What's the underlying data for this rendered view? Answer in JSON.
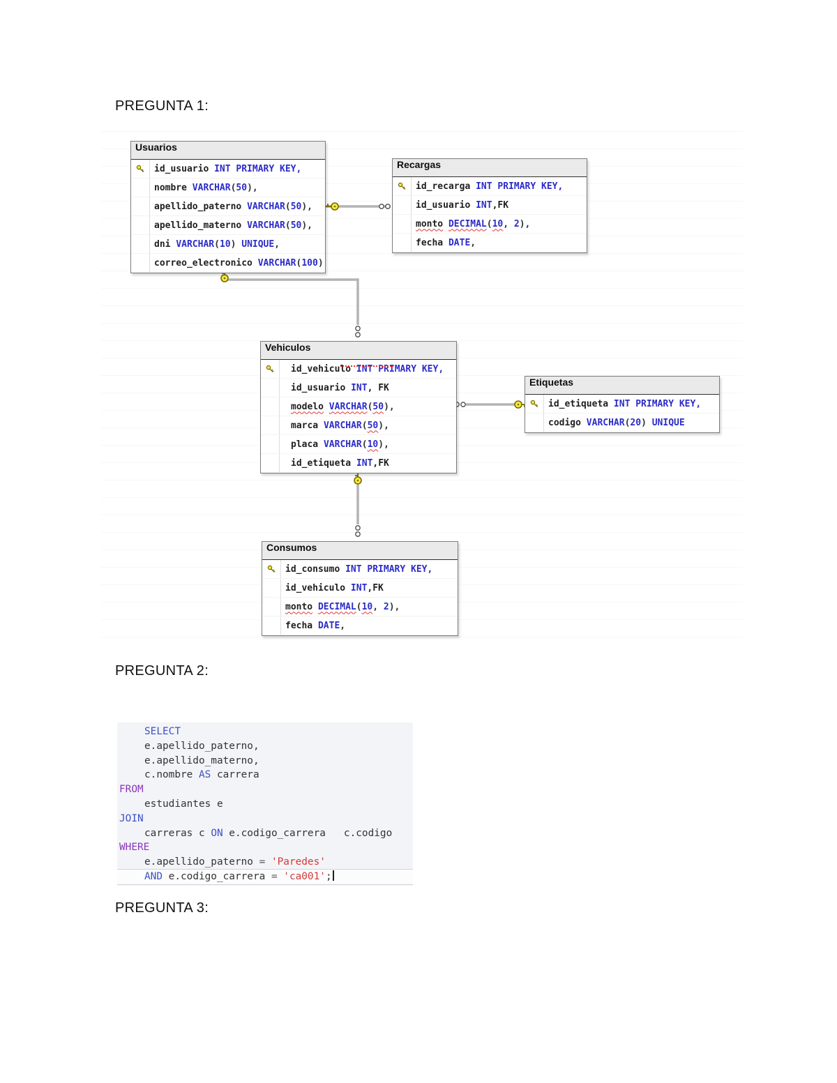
{
  "headings": {
    "q1": "PREGUNTA 1:",
    "q2": "PREGUNTA 2:",
    "q3": "PREGUNTA 3:"
  },
  "colors": {
    "keyword_blue": "#2c2cc8",
    "code_keyword_blue": "#3b52c4",
    "code_keyword_purple": "#8a36bd",
    "string_red": "#d03a3a",
    "squiggle_red": "#e03434",
    "key_icon_yellow": "#f8e83e",
    "table_header_bg": "#eaeaea",
    "code_bg": "#f3f4f7"
  },
  "diagram": {
    "tables": [
      {
        "id": "usuarios",
        "title": "Usuarios",
        "rows": [
          {
            "key": true,
            "segments": [
              [
                "id_usuario ",
                "i"
              ],
              [
                "INT PRIMARY KEY,",
                "k"
              ]
            ]
          },
          {
            "key": false,
            "segments": [
              [
                "nombre ",
                "i"
              ],
              [
                "VARCHAR",
                "k"
              ],
              [
                "(",
                "p"
              ],
              [
                "50",
                "k"
              ],
              [
                "),",
                "p"
              ]
            ]
          },
          {
            "key": false,
            "segments": [
              [
                "apellido_paterno ",
                "i"
              ],
              [
                "VARCHAR",
                "k"
              ],
              [
                "(",
                "p"
              ],
              [
                "50",
                "k"
              ],
              [
                "),",
                "p"
              ]
            ]
          },
          {
            "key": false,
            "segments": [
              [
                "apellido_materno ",
                "i"
              ],
              [
                "VARCHAR",
                "k"
              ],
              [
                "(",
                "p"
              ],
              [
                "50",
                "k"
              ],
              [
                "),",
                "p"
              ]
            ]
          },
          {
            "key": false,
            "segments": [
              [
                "dni ",
                "i"
              ],
              [
                "VARCHAR",
                "k"
              ],
              [
                "(",
                "p"
              ],
              [
                "10",
                "k"
              ],
              [
                ") ",
                "p"
              ],
              [
                "UNIQUE",
                "k"
              ],
              [
                ",",
                "p"
              ]
            ]
          },
          {
            "key": false,
            "segments": [
              [
                "correo_electronico ",
                "i"
              ],
              [
                "VARCHAR",
                "k"
              ],
              [
                "(",
                "p"
              ],
              [
                "100",
                "k"
              ],
              [
                ")",
                "p"
              ]
            ]
          }
        ]
      },
      {
        "id": "recargas",
        "title": "Recargas",
        "rows": [
          {
            "key": true,
            "segments": [
              [
                "id_recarga ",
                "i"
              ],
              [
                "INT PRIMARY KEY,",
                "k"
              ]
            ]
          },
          {
            "key": false,
            "segments": [
              [
                "id_usuario ",
                "i"
              ],
              [
                "INT",
                "k"
              ],
              [
                ",FK",
                "i"
              ]
            ]
          },
          {
            "key": false,
            "segments": [
              [
                "monto",
                "i sq"
              ],
              [
                " ",
                "p"
              ],
              [
                "DECIMAL",
                "k sq"
              ],
              [
                "(",
                "p"
              ],
              [
                "10",
                "k sq"
              ],
              [
                ", ",
                "p"
              ],
              [
                "2",
                "k"
              ],
              [
                "),",
                "p"
              ]
            ]
          },
          {
            "key": false,
            "segments": [
              [
                "fecha ",
                "i"
              ],
              [
                "DATE",
                "k"
              ],
              [
                ",",
                "p"
              ]
            ]
          }
        ]
      },
      {
        "id": "vehiculos",
        "title": "Vehiculos",
        "rows": [
          {
            "key": true,
            "segments": [
              [
                "id_vehiculo ",
                "i"
              ],
              [
                "INT PRIMARY KEY,",
                "k"
              ]
            ]
          },
          {
            "key": false,
            "segments": [
              [
                "id_usuario ",
                "i"
              ],
              [
                "INT",
                "k"
              ],
              [
                ", FK",
                "i"
              ]
            ]
          },
          {
            "key": false,
            "segments": [
              [
                "modelo",
                "i sq"
              ],
              [
                " ",
                "p"
              ],
              [
                "VARCHAR",
                "k sq"
              ],
              [
                "(",
                "p"
              ],
              [
                "50",
                "k sq"
              ],
              [
                "),",
                "p"
              ]
            ]
          },
          {
            "key": false,
            "segments": [
              [
                "marca ",
                "i"
              ],
              [
                "VARCHAR",
                "k"
              ],
              [
                "(",
                "p"
              ],
              [
                "50",
                "k sq"
              ],
              [
                "),",
                "p"
              ]
            ]
          },
          {
            "key": false,
            "segments": [
              [
                "placa ",
                "i"
              ],
              [
                "VARCHAR",
                "k"
              ],
              [
                "(",
                "p"
              ],
              [
                "10",
                "k sq"
              ],
              [
                "),",
                "p"
              ]
            ]
          },
          {
            "key": false,
            "segments": [
              [
                "id_etiqueta ",
                "i"
              ],
              [
                "INT",
                "k"
              ],
              [
                ",FK",
                "i"
              ]
            ]
          }
        ]
      },
      {
        "id": "etiquetas",
        "title": "Etiquetas",
        "rows": [
          {
            "key": true,
            "segments": [
              [
                "id_etiqueta ",
                "i"
              ],
              [
                "INT PRIMARY KEY,",
                "k"
              ]
            ]
          },
          {
            "key": false,
            "segments": [
              [
                "codigo ",
                "i"
              ],
              [
                "VARCHAR",
                "k"
              ],
              [
                "(",
                "p"
              ],
              [
                "20",
                "k"
              ],
              [
                ") ",
                "p"
              ],
              [
                "UNIQUE",
                "k"
              ]
            ]
          }
        ]
      },
      {
        "id": "consumos",
        "title": "Consumos",
        "rows": [
          {
            "key": true,
            "segments": [
              [
                "id_consumo ",
                "i"
              ],
              [
                "INT PRIMARY KEY,",
                "k"
              ]
            ]
          },
          {
            "key": false,
            "segments": [
              [
                "id_vehiculo ",
                "i"
              ],
              [
                "INT",
                "k"
              ],
              [
                ",FK",
                "i"
              ]
            ]
          },
          {
            "key": false,
            "segments": [
              [
                "monto",
                "i sq"
              ],
              [
                " ",
                "p"
              ],
              [
                "DECIMAL",
                "k sq"
              ],
              [
                "(",
                "p"
              ],
              [
                "10",
                "k sq"
              ],
              [
                ", ",
                "p"
              ],
              [
                "2",
                "k"
              ],
              [
                "),",
                "p"
              ]
            ]
          },
          {
            "key": false,
            "segments": [
              [
                "fecha ",
                "i"
              ],
              [
                "DATE",
                "k"
              ],
              [
                ",",
                "p"
              ]
            ]
          }
        ]
      }
    ],
    "connectors": [
      {
        "from": "Usuarios",
        "to": "Recargas",
        "from_end": "key-icon",
        "to_end": "many-circles-icon"
      },
      {
        "from": "Usuarios",
        "to": "Vehiculos",
        "from_end": "key-icon",
        "to_end": "many-circles-icon"
      },
      {
        "from": "Etiquetas",
        "to": "Vehiculos",
        "from_end": "key-icon",
        "to_end": "many-circles-icon"
      },
      {
        "from": "Vehiculos",
        "to": "Consumos",
        "from_end": "key-icon",
        "to_end": "many-circles-icon"
      }
    ]
  },
  "code": {
    "lines": [
      {
        "indent": 1,
        "segments": [
          [
            "SELECT",
            "k"
          ]
        ]
      },
      {
        "indent": 1,
        "segments": [
          [
            "e.apellido_paterno,",
            "i"
          ]
        ]
      },
      {
        "indent": 1,
        "segments": [
          [
            "e.apellido_materno,",
            "i"
          ]
        ]
      },
      {
        "indent": 1,
        "segments": [
          [
            "c.nombre ",
            "i"
          ],
          [
            "AS",
            "k"
          ],
          [
            " carrera",
            "i"
          ]
        ]
      },
      {
        "indent": 0,
        "segments": [
          [
            "FROM",
            "k2"
          ]
        ]
      },
      {
        "indent": 1,
        "segments": [
          [
            "estudiantes e",
            "i"
          ]
        ]
      },
      {
        "indent": 0,
        "segments": [
          [
            "JOIN",
            "k"
          ]
        ]
      },
      {
        "indent": 1,
        "segments": [
          [
            "carreras c ",
            "i"
          ],
          [
            "ON",
            "k"
          ],
          [
            " e.codigo_carrera   c.codigo",
            "i"
          ]
        ]
      },
      {
        "indent": 0,
        "segments": [
          [
            "WHERE",
            "k2"
          ]
        ]
      },
      {
        "indent": 1,
        "segments": [
          [
            "e.apellido_paterno ",
            "i"
          ],
          [
            "= ",
            "p"
          ],
          [
            "'Paredes'",
            "s"
          ]
        ]
      },
      {
        "indent": 1,
        "current": true,
        "caret": true,
        "segments": [
          [
            "AND",
            "k"
          ],
          [
            " e.codigo_carrera ",
            "i"
          ],
          [
            "= ",
            "p"
          ],
          [
            "'ca001'",
            "s"
          ],
          [
            ";",
            "i"
          ]
        ]
      }
    ]
  }
}
